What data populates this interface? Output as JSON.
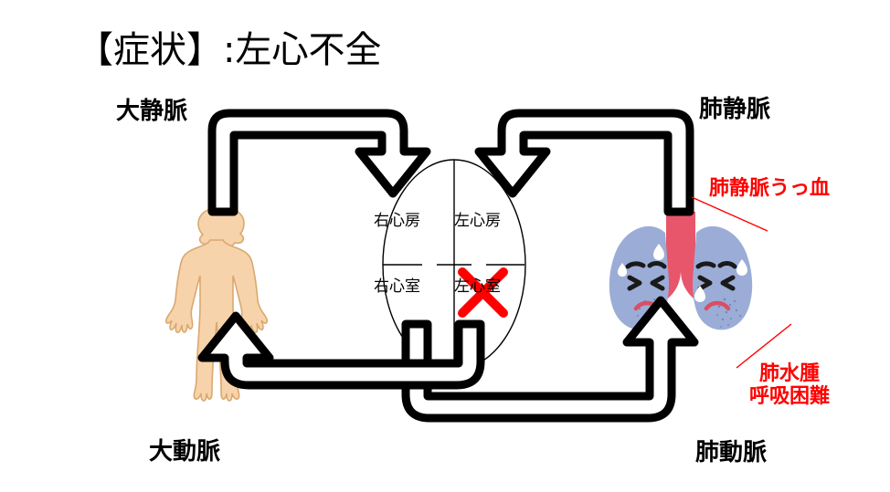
{
  "title": "【症状】:左心不全",
  "labels": {
    "vena_cava": "大静脈",
    "aorta": "大動脈",
    "pulmonary_vein": "肺静脈",
    "pulmonary_artery": "肺動脈"
  },
  "symptoms": {
    "pulmonary_vein_congestion": "肺静脈うっ血",
    "pulmonary_edema": "肺水腫",
    "dyspnea": "呼吸困難"
  },
  "heart": {
    "right_atrium": "右心房",
    "left_atrium": "左心房",
    "right_ventricle": "右心室",
    "left_ventricle": "左心室",
    "failed_chamber_marker": "×"
  },
  "colors": {
    "symptom_red": "#ff0000",
    "flow_arrow": "#000000",
    "lung_fill": "#9badd6",
    "trachea": "#e8566c",
    "body_skin": "#f7d3ab",
    "body_outline": "#d9a86f"
  }
}
